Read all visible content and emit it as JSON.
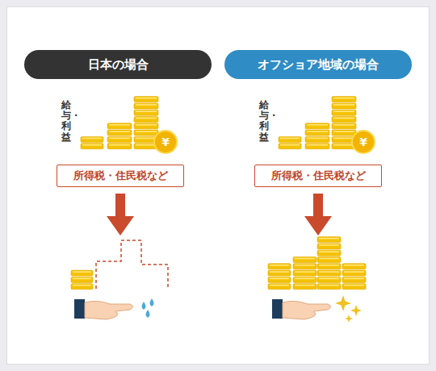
{
  "diagram": {
    "nodes": [
      {
        "text": [
          "日本の場合"
        ]
      },
      {
        "text": [
          "オフショア地域の場合"
        ]
      },
      {
        "text": [
          "所得税・住民税など"
        ]
      },
      {
        "text": [
          "所得税・住民税など"
        ]
      }
    ],
    "labels": [
      "給与・利益",
      "¥",
      "給与・利益",
      "¥"
    ]
  }
}
